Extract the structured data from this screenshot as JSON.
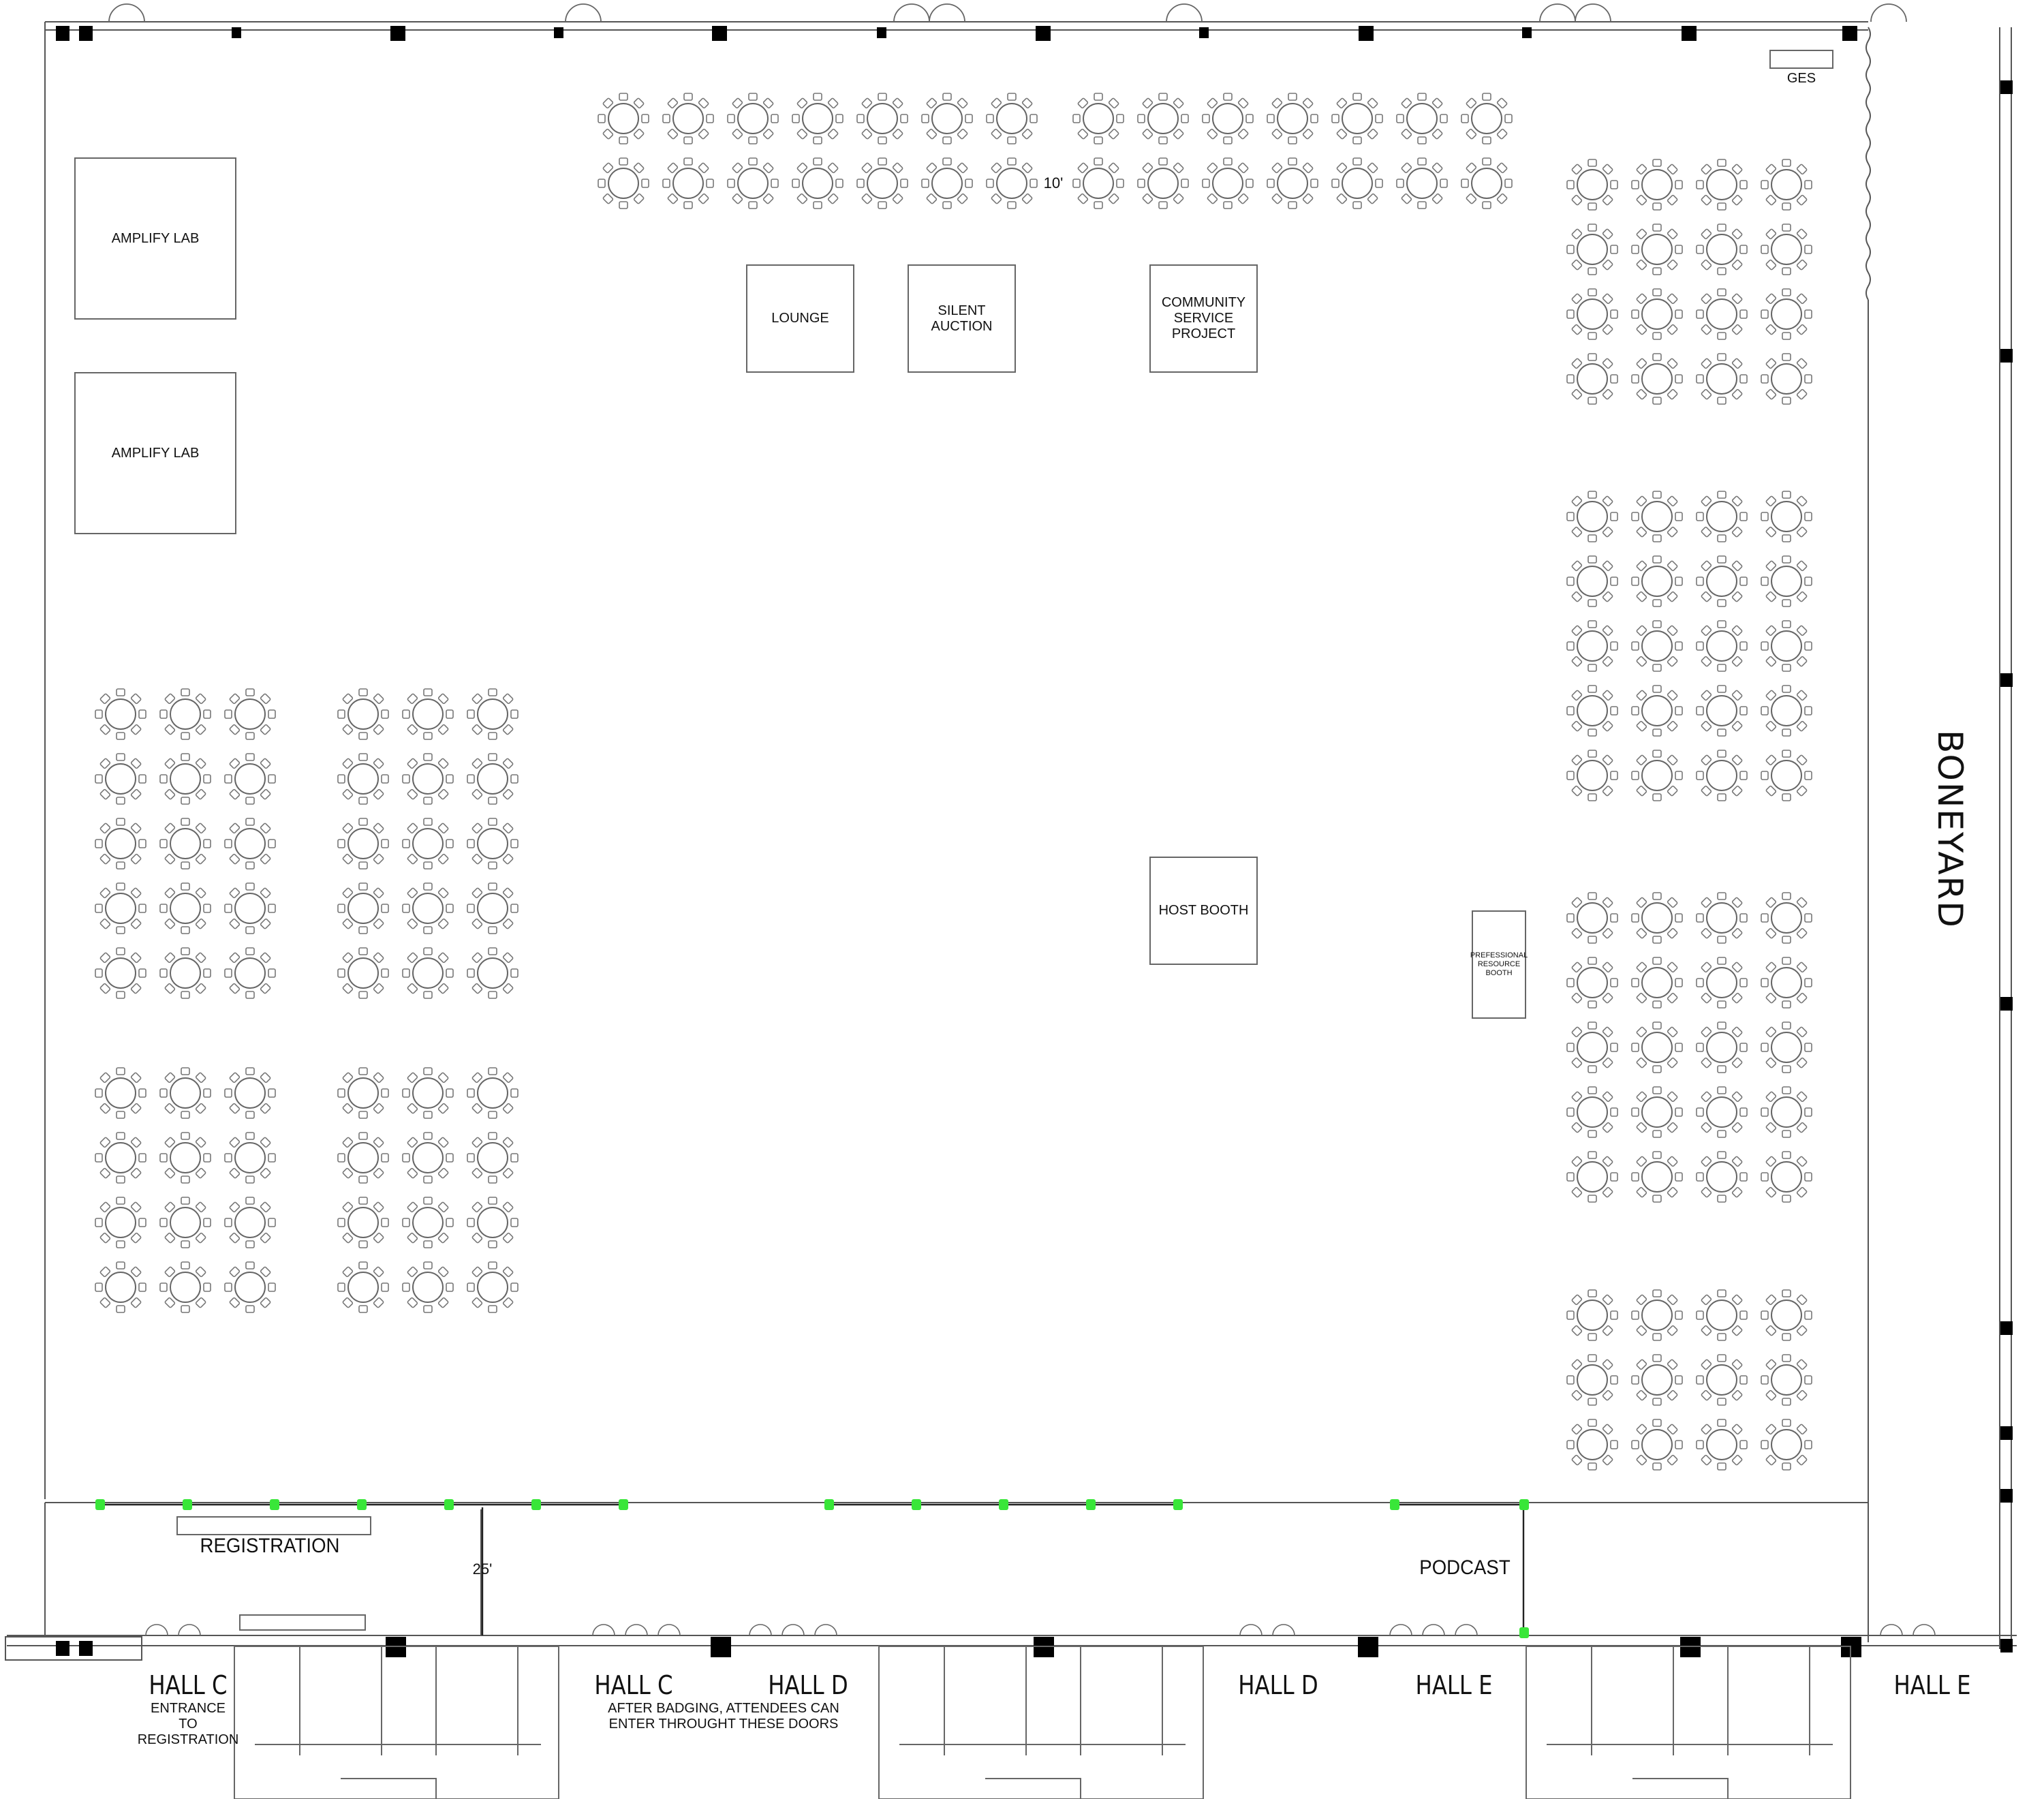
{
  "rooms": {
    "amplify_lab_1": "AMPLIFY LAB",
    "amplify_lab_2": "AMPLIFY LAB",
    "lounge": "LOUNGE",
    "silent_auction": [
      "SILENT",
      "AUCTION"
    ],
    "community_service": [
      "COMMUNITY",
      "SERVICE",
      "PROJECT"
    ],
    "host_booth": "HOST BOOTH",
    "professional_resource_booth": [
      "PREFESSIONAL",
      "RESOURCE",
      "BOOTH"
    ],
    "ges": "GES"
  },
  "labels": {
    "boneyard": "BONEYARD",
    "registration": "REGISTRATION",
    "podcast": "PODCAST",
    "dim_10ft": "10'",
    "dim_25ft": "25'",
    "hall_c_left": "HALL C",
    "hall_c_entrance": [
      "ENTRANCE",
      "TO",
      "REGISTRATION"
    ],
    "hall_c_right": "HALL C",
    "hall_d_left": "HALL D",
    "badging_note": [
      "AFTER BADGING, ATTENDEES CAN",
      "ENTER THROUGHT THESE DOORS"
    ],
    "hall_d_right": "HALL D",
    "hall_e_left": "HALL E",
    "hall_e_right": "HALL E"
  },
  "colors": {
    "line": "#555555",
    "pillar": "#000000",
    "stanchion": "#39e639"
  }
}
